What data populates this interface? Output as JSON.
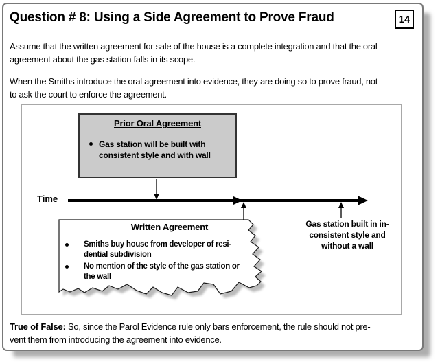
{
  "slide": {
    "title": "Question # 8: Using a Side Agreement to Prove Fraud",
    "page_number": "14",
    "paragraph_1": "Assume that the written agreement for sale of the house is a complete integration and that the oral\nagreement about the gas station falls in its scope.",
    "paragraph_2": "When the Smiths introduce the oral agreement into evidence, they are doing so to prove fraud, not\nto ask the court to enforce the agreement.",
    "footer_bold": "True of False:",
    "footer_text": " So, since the Parol Evidence rule only bars enforcement, the rule should not pre-\nvent them from introducing the agreement into evidence."
  },
  "diagram": {
    "time_label": "Time",
    "oral_box": {
      "title": "Prior Oral Agreement",
      "bullet_1": "Gas station will be built with\nconsistent style and with wall"
    },
    "written_box": {
      "title": "Written Agreement",
      "bullet_1": "Smiths buy house from developer of resi-\ndential subdivision",
      "bullet_2": "No mention of the style of the gas station or\nthe wall"
    },
    "outcome_note": "Gas station built in in-\nconsistent style and\nwithout a wall",
    "colors": {
      "oral_box_fill": "#cbcbcb",
      "slide_border": "#787878",
      "diagram_border": "#a8a8a8",
      "arrow_color": "#000000",
      "torn_shadow": "#8f8f8f"
    }
  }
}
